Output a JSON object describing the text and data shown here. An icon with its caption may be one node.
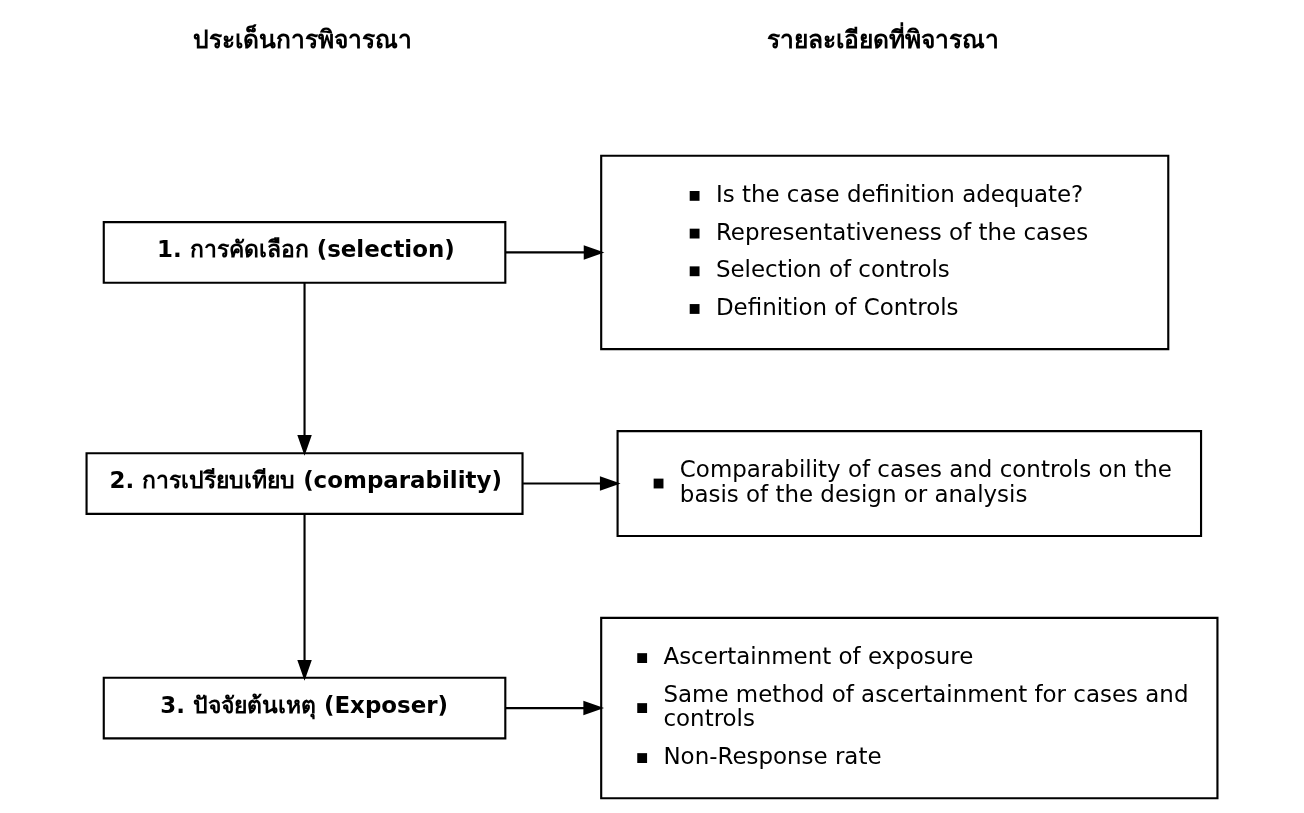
{
  "diagram": {
    "nodes": [
      {
        "text": [
          "1. การคัดเลือก (selection)"
        ]
      },
      {
        "text": [
          "Is the case definition adequate?",
          "Representativeness of the cases",
          "Selection of controls",
          "Definition of Controls"
        ]
      },
      {
        "text": [
          "2. การเปรียบเทียบ (comparability)"
        ]
      },
      {
        "text": [
          "Comparability of cases and controls on the basis of the design or analysis"
        ]
      },
      {
        "text": [
          "3. ปัจจัยต้นเหตุ (Exposer)"
        ]
      },
      {
        "text": [
          "Ascertainment of exposure",
          "Same method of ascertainment for cases and controls",
          "Non-Response rate"
        ]
      }
    ],
    "edges": [
      {
        "from": 0,
        "to": 1,
        "arrow": "to"
      },
      {
        "from": 0,
        "to": 2,
        "arrow": "to"
      },
      {
        "from": 2,
        "to": 3,
        "arrow": "to"
      },
      {
        "from": 2,
        "to": 4,
        "arrow": "to"
      },
      {
        "from": 4,
        "to": 5,
        "arrow": "to"
      }
    ],
    "labels": [
      "ประเด็นการพิจารณา",
      "รายละเอียดที่พิจารณา"
    ]
  }
}
